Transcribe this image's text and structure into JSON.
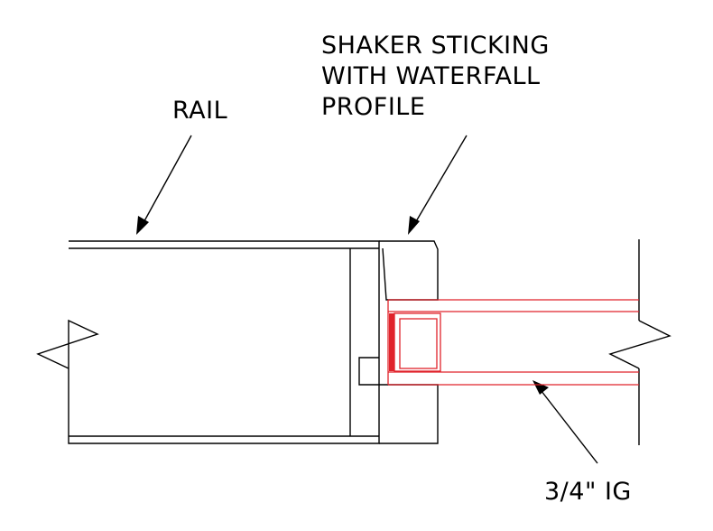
{
  "labels": {
    "sticking_line1": "SHAKER STICKING",
    "sticking_line2": "WITH WATERFALL",
    "sticking_line3": "PROFILE",
    "rail": "RAIL",
    "glass": "3/4\" IG"
  },
  "colors": {
    "line": "#000000",
    "glass": "#e0232b",
    "background": "#ffffff"
  }
}
